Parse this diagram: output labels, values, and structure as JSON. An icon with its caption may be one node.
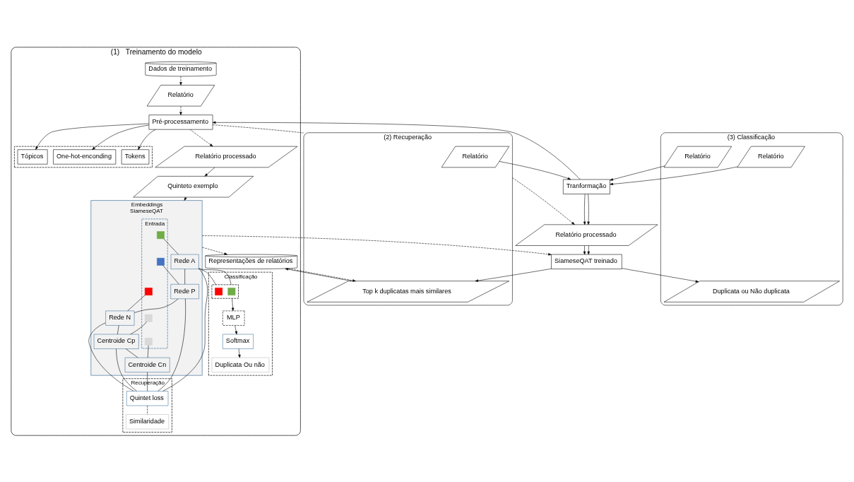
{
  "diagram": {
    "nodes": [
      {
        "text": [
          "(1)   Treinamento do modelo"
        ]
      },
      {
        "text": [
          "Dados de treinamento"
        ],
        "in": 0
      },
      {
        "text": [
          "Relatório"
        ],
        "in": 0
      },
      {
        "text": [],
        "shape": "box",
        "in": 0
      },
      {
        "text": [
          "Tokens"
        ],
        "in": 3
      },
      {
        "text": [
          "One-hot-enconding"
        ],
        "in": 3
      },
      {
        "text": [
          "Tópicos"
        ],
        "in": 3
      },
      {
        "text": [
          "Pré-processamento"
        ],
        "in": 0
      },
      {
        "text": [
          "Quinteto exemplo"
        ],
        "in": 0
      },
      {
        "text": [
          "Relatório processado"
        ],
        "in": 0
      },
      {
        "text": [
          "Embeddings",
          "SiameseQAT"
        ],
        "in": 0
      },
      {
        "text": [
          "Entrada"
        ],
        "in": 10
      },
      {
        "text": [],
        "shape": "box",
        "in": 11
      },
      {
        "text": [],
        "shape": "box",
        "in": 11
      },
      {
        "text": [],
        "shape": "box",
        "in": 11
      },
      {
        "text": [],
        "shape": "box",
        "in": 11
      },
      {
        "text": [],
        "shape": "box",
        "in": 11
      },
      {
        "text": [
          "Rede A"
        ],
        "in": 10
      },
      {
        "text": [
          "Rede P"
        ],
        "in": 10
      },
      {
        "text": [
          "Rede N"
        ],
        "in": 10
      },
      {
        "text": [
          "Centroide Cp"
        ],
        "in": 10
      },
      {
        "text": [
          "Centroide Cn"
        ],
        "in": 10
      },
      {
        "text": [
          "Representações de relatórios"
        ],
        "in": 0
      },
      {
        "text": [
          "Recuperação"
        ],
        "in": 0
      },
      {
        "text": [
          "Quintet loss"
        ],
        "in": 23
      },
      {
        "text": [
          "Similaridade"
        ],
        "in": 23
      },
      {
        "text": [
          "Classificação"
        ],
        "in": 0
      },
      {
        "text": [],
        "shape": "box",
        "in": 26
      },
      {
        "text": [],
        "shape": "box",
        "in": 27
      },
      {
        "text": [],
        "shape": "box",
        "in": 27
      },
      {
        "text": [
          "MLP"
        ],
        "in": 26
      },
      {
        "text": [
          "Softmax"
        ],
        "in": 26
      },
      {
        "text": [
          "Duplicata Ou não"
        ],
        "in": 26
      },
      {
        "text": [
          "(2) Recuperação"
        ]
      },
      {
        "text": [
          "Relatório"
        ],
        "in": 33
      },
      {
        "text": [
          "Top k duplicatas mais similares"
        ],
        "in": 33
      },
      {
        "text": [
          "Tranformação"
        ]
      },
      {
        "text": [
          "Relatório processado"
        ]
      },
      {
        "text": [
          "SiameseQAT treinado"
        ]
      },
      {
        "text": [
          "(3) Classificação"
        ]
      },
      {
        "text": [
          "Relatório"
        ],
        "in": 39
      },
      {
        "text": [
          "Relatório"
        ],
        "in": 39
      },
      {
        "text": [
          "Duplicata ou Não duplicata"
        ],
        "in": 39
      }
    ],
    "edges": [
      {
        "from": 1,
        "to": 2,
        "arrow": "to",
        "style": "dashed"
      },
      {
        "from": 2,
        "to": 7,
        "arrow": "to",
        "style": "dashed"
      },
      {
        "from": 7,
        "to": 4,
        "arrow": "to"
      },
      {
        "from": 7,
        "to": 5,
        "arrow": "to"
      },
      {
        "from": 7,
        "to": 6,
        "arrow": "to"
      },
      {
        "from": 7,
        "to": 9,
        "arrow": "to",
        "style": "dashed"
      },
      {
        "from": 9,
        "to": 8,
        "arrow": "to"
      },
      {
        "from": 8,
        "to": 10,
        "arrow": "to"
      },
      {
        "from": 10,
        "to": 22,
        "arrow": "to",
        "style": "dashed"
      },
      {
        "from": 12,
        "to": 17,
        "arrow": "none"
      },
      {
        "from": 13,
        "to": 18,
        "arrow": "none"
      },
      {
        "from": 14,
        "to": 19,
        "arrow": "none"
      },
      {
        "from": 15,
        "to": 20,
        "arrow": "none"
      },
      {
        "from": 16,
        "to": 21,
        "arrow": "none"
      },
      {
        "from": 17,
        "to": 18,
        "arrow": "none"
      },
      {
        "from": 18,
        "to": 19,
        "arrow": "none"
      },
      {
        "from": 19,
        "to": 20,
        "arrow": "none"
      },
      {
        "from": 20,
        "to": 21,
        "arrow": "none"
      },
      {
        "from": 17,
        "to": 24,
        "arrow": "none"
      },
      {
        "from": 18,
        "to": 24,
        "arrow": "none"
      },
      {
        "from": 19,
        "to": 24,
        "arrow": "none"
      },
      {
        "from": 20,
        "to": 24,
        "arrow": "none"
      },
      {
        "from": 21,
        "to": 24,
        "arrow": "none"
      },
      {
        "from": 17,
        "to": 27,
        "arrow": "none"
      },
      {
        "from": 17,
        "to": 27,
        "arrow": "none"
      },
      {
        "from": 24,
        "to": 25,
        "arrow": "none",
        "style": "dashed"
      },
      {
        "from": 27,
        "to": 30,
        "arrow": "to"
      },
      {
        "from": 30,
        "to": 31,
        "arrow": "to"
      },
      {
        "from": 31,
        "to": 32,
        "arrow": "to"
      },
      {
        "from": 7,
        "to": 33,
        "arrow": "none",
        "style": "dashed"
      },
      {
        "from": 33,
        "to": 37,
        "arrow": "to",
        "style": "dashed"
      },
      {
        "from": 10,
        "to": 38,
        "arrow": "to",
        "style": "dashed"
      },
      {
        "from": 35,
        "to": 22,
        "arrow": "to"
      },
      {
        "from": 22,
        "to": 35,
        "arrow": "to",
        "style": "dashed"
      },
      {
        "from": 36,
        "to": 7,
        "arrow": "to"
      },
      {
        "from": 34,
        "to": 36,
        "arrow": "to"
      },
      {
        "from": 40,
        "to": 36,
        "arrow": "to"
      },
      {
        "from": 41,
        "to": 36,
        "arrow": "to"
      },
      {
        "from": 36,
        "to": 37,
        "arrow": "to"
      },
      {
        "from": 36,
        "to": 37,
        "arrow": "to"
      },
      {
        "from": 37,
        "to": 38,
        "arrow": "to"
      },
      {
        "from": 37,
        "to": 38,
        "arrow": "to"
      },
      {
        "from": 38,
        "to": 35,
        "arrow": "to"
      },
      {
        "from": 38,
        "to": 42,
        "arrow": "to"
      }
    ]
  }
}
